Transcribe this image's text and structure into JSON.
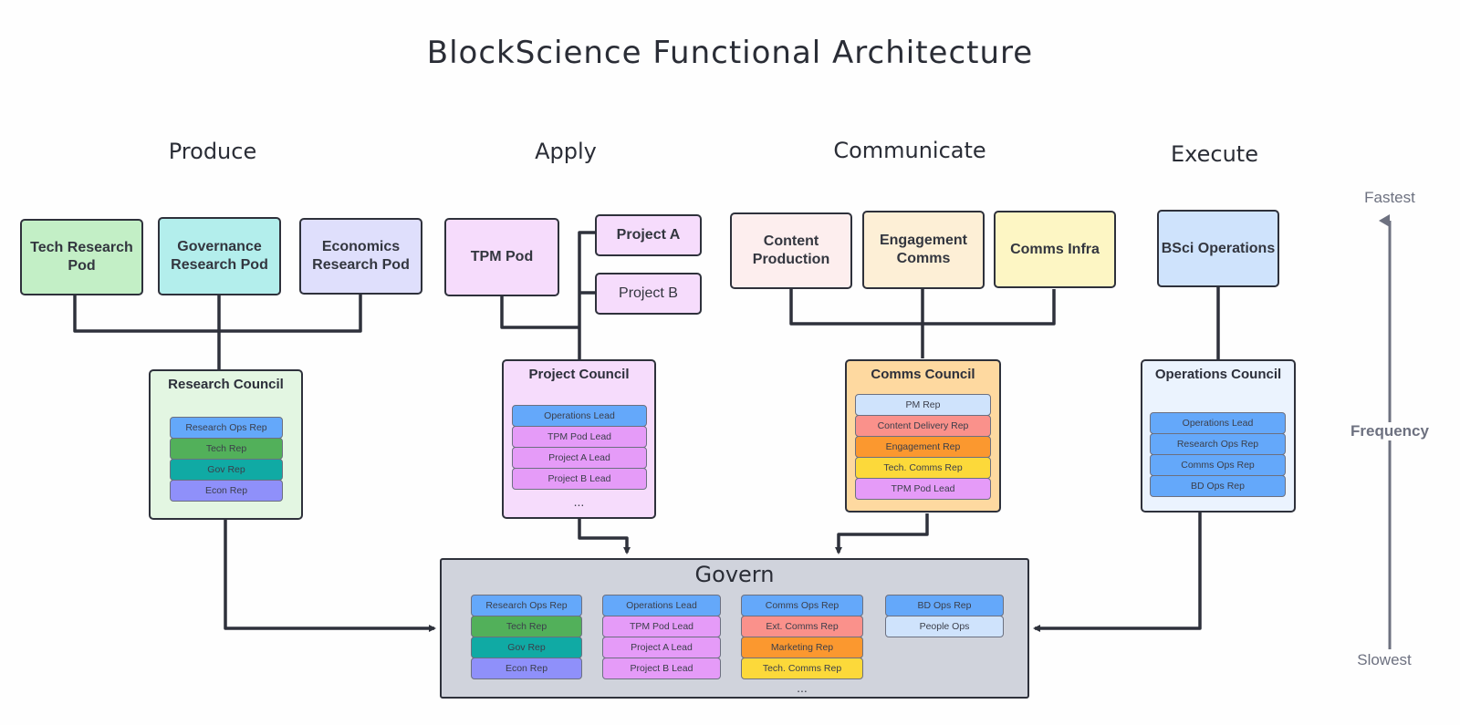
{
  "title": "BlockScience Functional Architecture",
  "columns": [
    {
      "label": "Produce"
    },
    {
      "label": "Apply"
    },
    {
      "label": "Communicate"
    },
    {
      "label": "Execute"
    }
  ],
  "colors": {
    "line": "#2e313b",
    "ops_blue": "#64a8fa",
    "tech_green": "#52b05a",
    "gov_teal": "#10aaa4",
    "econ_purple": "#8f90fa",
    "project_pink": "#e59bf8",
    "pm_lightblue": "#cfe3fc",
    "content_salmon": "#fa918b",
    "engagement_orange": "#fb982f",
    "techcomms_yellow": "#fcd93a"
  },
  "produce": {
    "pods": [
      {
        "label": "Tech Research Pod",
        "color": "#c3efc6"
      },
      {
        "label": "Governance Research Pod",
        "color": "#b3eeec"
      },
      {
        "label": "Economics Research Pod",
        "color": "#dfdffc"
      }
    ],
    "council": {
      "title": "Research Council",
      "color": "#e3f6e2",
      "reps": [
        {
          "label": "Research Ops Rep",
          "color": "#64a8fa"
        },
        {
          "label": "Tech Rep",
          "color": "#52b05a"
        },
        {
          "label": "Gov Rep",
          "color": "#10aaa4"
        },
        {
          "label": "Econ Rep",
          "color": "#8f90fa"
        }
      ]
    }
  },
  "apply": {
    "pods": [
      {
        "label": "TPM Pod",
        "color": "#f6dcfc"
      },
      {
        "label": "Project A",
        "color": "#f6dcfc"
      },
      {
        "label": "Project B",
        "color": "#f6dcfc"
      }
    ],
    "council": {
      "title": "Project Council",
      "color": "#f6dcfc",
      "reps": [
        {
          "label": "Operations Lead",
          "color": "#64a8fa"
        },
        {
          "label": "TPM Pod Lead",
          "color": "#e59bf8"
        },
        {
          "label": "Project A Lead",
          "color": "#e59bf8"
        },
        {
          "label": "Project B Lead",
          "color": "#e59bf8"
        }
      ],
      "more": "..."
    }
  },
  "communicate": {
    "pods": [
      {
        "label": "Content Production",
        "color": "#fdeeee"
      },
      {
        "label": "Engagement Comms",
        "color": "#fdefd6"
      },
      {
        "label": "Comms Infra",
        "color": "#fdf6c4"
      }
    ],
    "council": {
      "title": "Comms Council",
      "color": "#fed9a0",
      "reps": [
        {
          "label": "PM Rep",
          "color": "#cfe3fc"
        },
        {
          "label": "Content Delivery Rep",
          "color": "#fa918b"
        },
        {
          "label": "Engagement Rep",
          "color": "#fb982f"
        },
        {
          "label": "Tech. Comms Rep",
          "color": "#fcd93a"
        },
        {
          "label": "TPM Pod Lead",
          "color": "#e59bf8"
        }
      ]
    }
  },
  "execute": {
    "pods": [
      {
        "label": "BSci Operations",
        "color": "#cfe3fc"
      }
    ],
    "council": {
      "title": "Operations Council",
      "color": "#ebf3fe",
      "reps": [
        {
          "label": "Operations Lead",
          "color": "#64a8fa"
        },
        {
          "label": "Research Ops Rep",
          "color": "#64a8fa"
        },
        {
          "label": "Comms Ops Rep",
          "color": "#64a8fa"
        },
        {
          "label": "BD Ops Rep",
          "color": "#64a8fa"
        }
      ]
    }
  },
  "govern": {
    "title": "Govern",
    "color": "#d0d3dc",
    "groups": [
      {
        "reps": [
          {
            "label": "Research Ops Rep",
            "color": "#64a8fa"
          },
          {
            "label": "Tech Rep",
            "color": "#52b05a"
          },
          {
            "label": "Gov Rep",
            "color": "#10aaa4"
          },
          {
            "label": "Econ Rep",
            "color": "#8f90fa"
          }
        ]
      },
      {
        "reps": [
          {
            "label": "Operations Lead",
            "color": "#64a8fa"
          },
          {
            "label": "TPM Pod Lead",
            "color": "#e59bf8"
          },
          {
            "label": "Project A Lead",
            "color": "#e59bf8"
          },
          {
            "label": "Project B Lead",
            "color": "#e59bf8"
          }
        ]
      },
      {
        "reps": [
          {
            "label": "Comms Ops Rep",
            "color": "#64a8fa"
          },
          {
            "label": "Ext. Comms Rep",
            "color": "#fa918b"
          },
          {
            "label": "Marketing Rep",
            "color": "#fb982f"
          },
          {
            "label": "Tech. Comms Rep",
            "color": "#fcd93a"
          }
        ],
        "more": "..."
      },
      {
        "reps": [
          {
            "label": "BD Ops Rep",
            "color": "#64a8fa"
          },
          {
            "label": "People Ops",
            "color": "#cfe3fc"
          }
        ]
      }
    ]
  },
  "frequency_axis": {
    "top_label": "Fastest",
    "middle_label": "Frequency",
    "bottom_label": "Slowest"
  }
}
